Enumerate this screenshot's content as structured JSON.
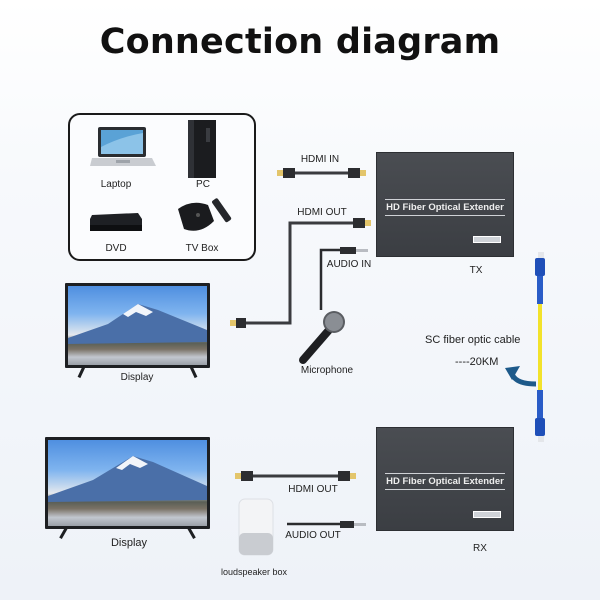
{
  "title": "Connection diagram",
  "sources": {
    "items": [
      {
        "label": "Laptop",
        "icon": "laptop-icon"
      },
      {
        "label": "PC",
        "icon": "pc-tower-icon"
      },
      {
        "label": "DVD",
        "icon": "dvd-player-icon"
      },
      {
        "label": "TV Box",
        "icon": "tv-box-icon"
      }
    ]
  },
  "tx": {
    "device_label": "HD Fiber Optical Extender",
    "unit_label": "TX",
    "cables": {
      "hdmi_in": "HDMI IN",
      "hdmi_out": "HDMI OUT",
      "audio_in": "AUDIO IN"
    },
    "display_label": "Display",
    "microphone_label": "Microphone"
  },
  "fiber": {
    "label": "SC fiber optic cable",
    "distance": "----20KM",
    "colors": {
      "cable": "#f2e22b",
      "connector": "#1f4fb8",
      "arrow": "#1d5a8a"
    }
  },
  "rx": {
    "device_label": "HD Fiber Optical Extender",
    "unit_label": "RX",
    "cables": {
      "hdmi_out": "HDMI OUT",
      "audio_out": "AUDIO OUT"
    },
    "display_label": "Display",
    "speaker_label": "loudspeaker box"
  }
}
